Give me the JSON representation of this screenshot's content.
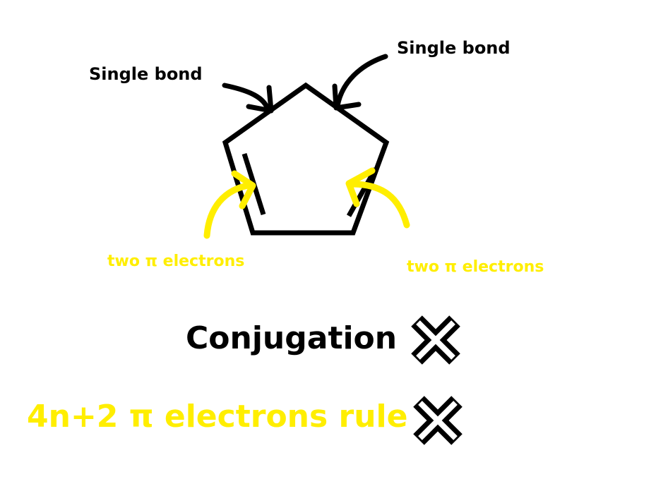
{
  "colors": {
    "ink": "#000000",
    "highlight": "#ffee00",
    "background": "#ffffff"
  },
  "labels": {
    "single_bond_left": "Single bond",
    "single_bond_right": "Single bond",
    "pi_left": "two π electrons",
    "pi_right": "two π electrons",
    "conjugation": "Conjugation",
    "huckel_rule": "4n+2 π electrons rule"
  },
  "icons": {
    "conjugation_mark": "cross-icon",
    "rule_mark": "cross-icon"
  }
}
